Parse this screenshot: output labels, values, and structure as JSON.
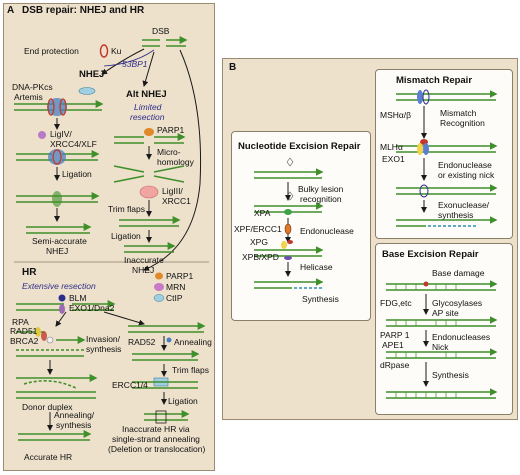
{
  "panelA": {
    "letter": "A",
    "title": "DSB repair:  NHEJ and HR",
    "dsb": "DSB",
    "end_protection": "End protection",
    "ku": "Ku",
    "bp53": "53BP1",
    "nhej": "NHEJ",
    "dnapkcs": "DNA-PKcs",
    "artemis": "Artemis",
    "alt_nhej": "Alt NHEJ",
    "limited": "Limited",
    "resection": "resection",
    "lig4": "LigIV/",
    "xrcc4": "XRCC4/XLF",
    "parp1": "PARP1",
    "micro": "Micro-",
    "homology": "homology",
    "ligation1": "Ligation",
    "lig3": "LigIII/",
    "xrcc1": "XRCC1",
    "trim": "Trim flaps",
    "semi1": "Semi-accurate",
    "semi2": "NHEJ",
    "ligation2": "Ligation",
    "inacc1": "Inaccurate",
    "inacc2": "NHEJ",
    "hr": "HR",
    "extensive": "Extensive resection",
    "legend": [
      "PARP1",
      "MRN",
      "CtIP"
    ],
    "blm": "BLM",
    "exo1": "EXO1/Dna2",
    "rpa": "RPA",
    "rad51": "RAD51",
    "brca2": "BRCA2",
    "invasion": "Invasion/",
    "synthesis": "synthesis",
    "rad52": "RAD52",
    "annealing": "Annealing",
    "donor": "Donor duplex",
    "ercc": "ERCC1/4",
    "trimflaps": "Trim flaps",
    "ligation3": "Ligation",
    "ann_syn1": "Annealing/",
    "ann_syn2": "synthesis",
    "inacc_hr1": "Inaccurate HR via",
    "inacc_hr2": "single-strand annealing",
    "inacc_hr3": "(Deletion or translocation)",
    "accurate": "Accurate HR"
  },
  "panelB": {
    "letter": "B",
    "ner": {
      "title": "Nucleotide Excision Repair",
      "xpa": "XPA",
      "bulky1": "Bulky lesion",
      "bulky2": "recognition",
      "xpf": "XPF/ERCC1",
      "xpg": "XPG",
      "endo": "Endonuclease",
      "xpb": "XPB/XPD",
      "helicase": "Helicase",
      "synthesis": "Synthesis"
    },
    "mmr": {
      "title": "Mismatch Repair",
      "msh": "MSHα/β",
      "mis1": "Mismatch",
      "mis2": "Recognition",
      "mlh": "MLHα",
      "exo1": "EXO1",
      "endo1": "Endonuclease",
      "endo2": "or existing nick",
      "exo_syn1": "Exonuclease/",
      "exo_syn2": "synthesis"
    },
    "ber": {
      "title": "Base Excision Repair",
      "damage": "Base damage",
      "fdg": "FDG,etc",
      "glyco": "Glycosylases",
      "ap": "AP site",
      "parp": "PARP 1",
      "ape": "APE1",
      "drpase": "dRpase",
      "endo": "Endonucleases",
      "nick": "Nick",
      "synthesis": "Synthesis"
    }
  },
  "colors": {
    "panel_bg": "#ede1cc",
    "panel_border": "#9a8b73",
    "dna": "#3f8f2a",
    "arrow": "#1a1a1a",
    "italic": "#2c2c8a"
  }
}
